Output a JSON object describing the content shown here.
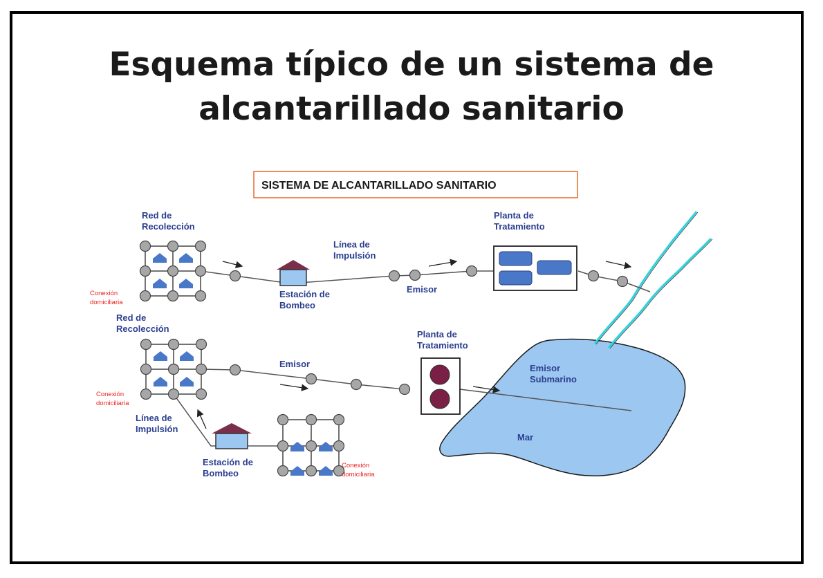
{
  "slide": {
    "title_line1": "Esquema típico de un sistema de",
    "title_line2": "alcantarillado sanitario"
  },
  "diagram": {
    "box_title": "SISTEMA DE ALCANTARILLADO SANITARIO",
    "labels": {
      "red1_l1": "Red de",
      "red1_l2": "Recolección",
      "conexion1_l1": "Conexión",
      "conexion1_l2": "domiciliaria",
      "estacion1_l1": "Estación de",
      "estacion1_l2": "Bombeo",
      "linea1_l1": "Línea de",
      "linea1_l2": "Impulsión",
      "emisor1": "Emisor",
      "planta1_l1": "Planta de",
      "planta1_l2": "Tratamiento",
      "red2_l1": "Red de",
      "red2_l2": "Recolección",
      "conexion2_l1": "Conexión",
      "conexion2_l2": "domiciliaria",
      "emisor2": "Emisor",
      "planta2_l1": "Planta de",
      "planta2_l2": "Tratamiento",
      "submarino_l1": "Emisor",
      "submarino_l2": "Submarino",
      "mar": "Mar",
      "linea2_l1": "Línea de",
      "linea2_l2": "Impulsión",
      "estacion2_l1": "Estación de",
      "estacion2_l2": "Bombeo",
      "conexion3_l1": "Conexión",
      "conexion3_l2": "domiciliaria"
    },
    "colors": {
      "node": "#a7a7a7",
      "house": "#4a78c8",
      "roof": "#7a2e4a",
      "sea": "#9cc7f0",
      "river": "#2fd3e0",
      "plant_circle": "#7a1f45",
      "label_blue": "#2b3f8f",
      "label_red": "#e8231f",
      "box_border": "#e46b2a"
    }
  }
}
